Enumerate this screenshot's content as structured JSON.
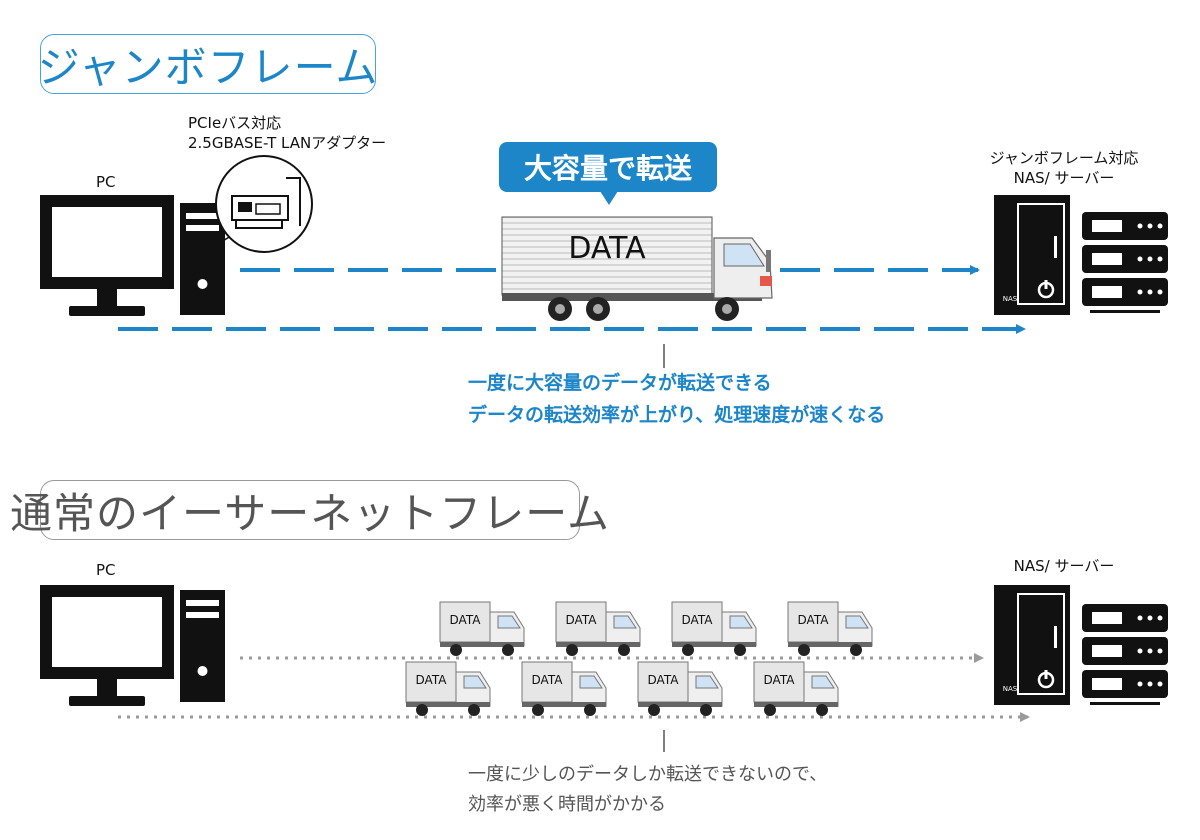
{
  "jumbo": {
    "title": "ジャンボフレーム",
    "pc_label": "PC",
    "adapter_label_line1": "PCIeバス対応",
    "adapter_label_line2": "2.5GBASE-T LANアダプター",
    "callout": "大容量で転送",
    "truck_label": "DATA",
    "nas_label_line1": "ジャンボフレーム対応",
    "nas_label_line2": "NAS/ サーバー",
    "nas_badge": "NAS",
    "note_line1": "一度に大容量のデータが転送できる",
    "note_line2": "データの転送効率が上がり、処理速度が速くなる"
  },
  "normal": {
    "title": "通常のイーサーネットフレーム",
    "pc_label": "PC",
    "nas_label": "NAS/ サーバー",
    "nas_badge": "NAS",
    "truck_labels": [
      "DATA",
      "DATA",
      "DATA",
      "DATA",
      "DATA",
      "DATA",
      "DATA",
      "DATA"
    ],
    "note_line1": "一度に少しのデータしか転送できないので、",
    "note_line2": "効率が悪く時間がかかる"
  },
  "colors": {
    "accent_blue": "#1d86c8",
    "gray_line": "#9a9a9a",
    "black": "#111111"
  }
}
